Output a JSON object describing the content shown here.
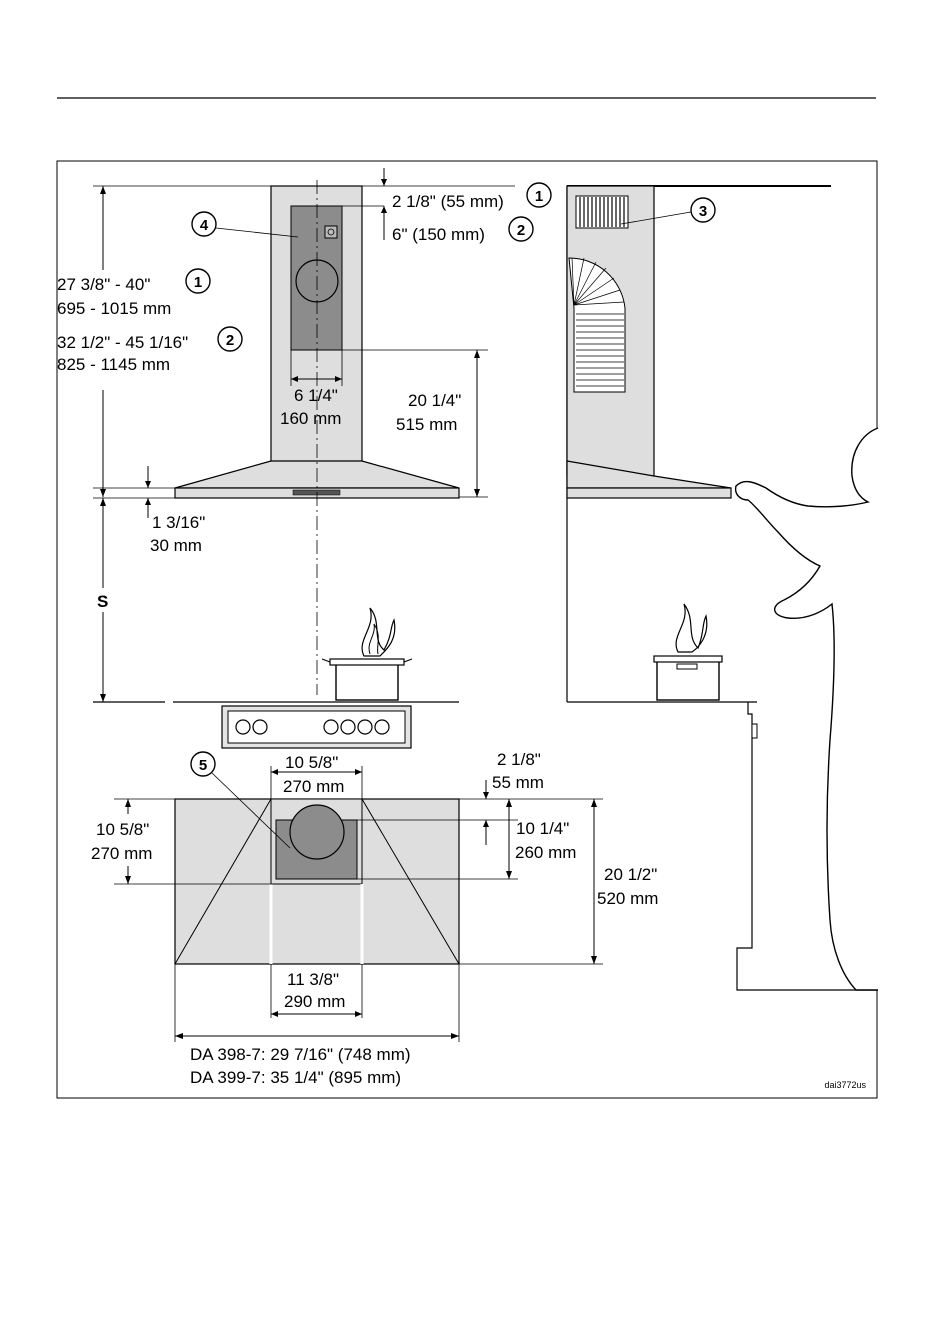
{
  "diagram": {
    "callouts": {
      "c1": "1",
      "c2": "2",
      "c3": "3",
      "c4": "4",
      "c5": "5"
    },
    "front": {
      "top_gap_1": "2 1/8\" (55 mm)",
      "top_gap_2": "6\" (150 mm)",
      "height_1_in": "27 3/8\" - 40\"",
      "height_1_mm": "695 - 1015 mm",
      "height_2_in": "32 1/2\" - 45 1/16\"",
      "height_2_mm": "825 - 1145 mm",
      "panel_width_in": "6 1/4\"",
      "panel_width_mm": "160 mm",
      "panel_height_in": "20 1/4\"",
      "panel_height_mm": "515 mm",
      "canopy_in": "1 3/16\"",
      "canopy_mm": "30 mm",
      "s_label": "S"
    },
    "plan": {
      "chimney_w_in": "10 5/8\"",
      "chimney_w_mm": "270 mm",
      "chimney_d_in": "10 5/8\"",
      "chimney_d_mm": "270 mm",
      "offset_in": "2 1/8\"",
      "offset_mm": "55 mm",
      "cutout_d_in": "10 1/4\"",
      "cutout_d_mm": "260 mm",
      "depth_in": "20 1/2\"",
      "depth_mm": "520 mm",
      "inner_w_in": "11 3/8\"",
      "inner_w_mm": "290 mm",
      "model_1": "DA 398-7: 29 7/16\" (748 mm)",
      "model_2": "DA 399-7: 35 1/4\" (895 mm)"
    },
    "code": "dai3772us"
  }
}
